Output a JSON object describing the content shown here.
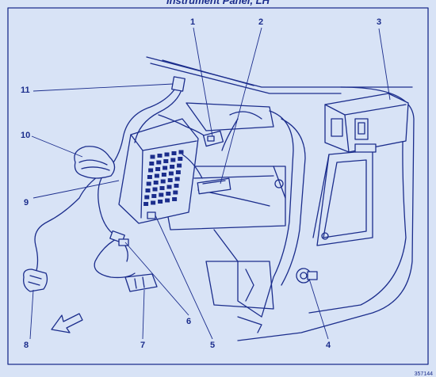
{
  "title": "Instrument Panel, LH",
  "reference_number": "357144",
  "callouts": [
    "1",
    "2",
    "3",
    "4",
    "5",
    "6",
    "7",
    "8",
    "9",
    "10",
    "11"
  ],
  "colors": {
    "ink": "#1b2d8c",
    "background": "#d8e3f6"
  },
  "icons": {
    "arrow": "front-of-vehicle-arrow-icon"
  }
}
